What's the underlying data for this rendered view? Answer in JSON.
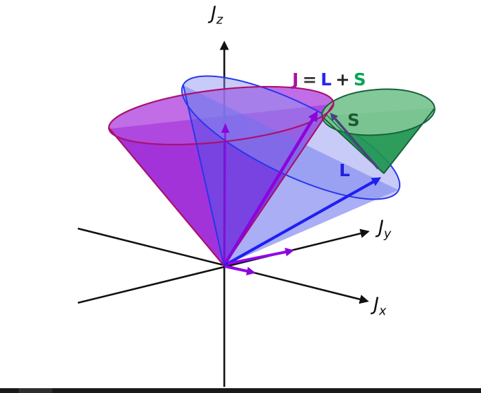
{
  "equation": {
    "j": "J",
    "equals": "=",
    "l": "L",
    "plus": "+",
    "s": "S"
  },
  "axis_labels": {
    "z": {
      "base": "J",
      "sub": "z"
    },
    "y": {
      "base": "J",
      "sub": "y"
    },
    "x": {
      "base": "J",
      "sub": "x"
    }
  },
  "vector_labels": {
    "spin": "S",
    "orbital": "L"
  },
  "colors": {
    "j_vector": "#8A05DC",
    "l_vector": "#1F1FF2",
    "s_vector": "#474579",
    "j_cone_body": "#AB35E2",
    "j_cone_rim": "#A9116E",
    "l_cone_body": "#A1A6F5",
    "l_cone_rim": "#2636EE",
    "s_cone_body": "#2E9D5C",
    "s_cone_rim": "#17613A",
    "equation_j": "#A912A0",
    "equation_l": "#2525EE",
    "equation_s": "#00A651",
    "axis": "#111111"
  }
}
